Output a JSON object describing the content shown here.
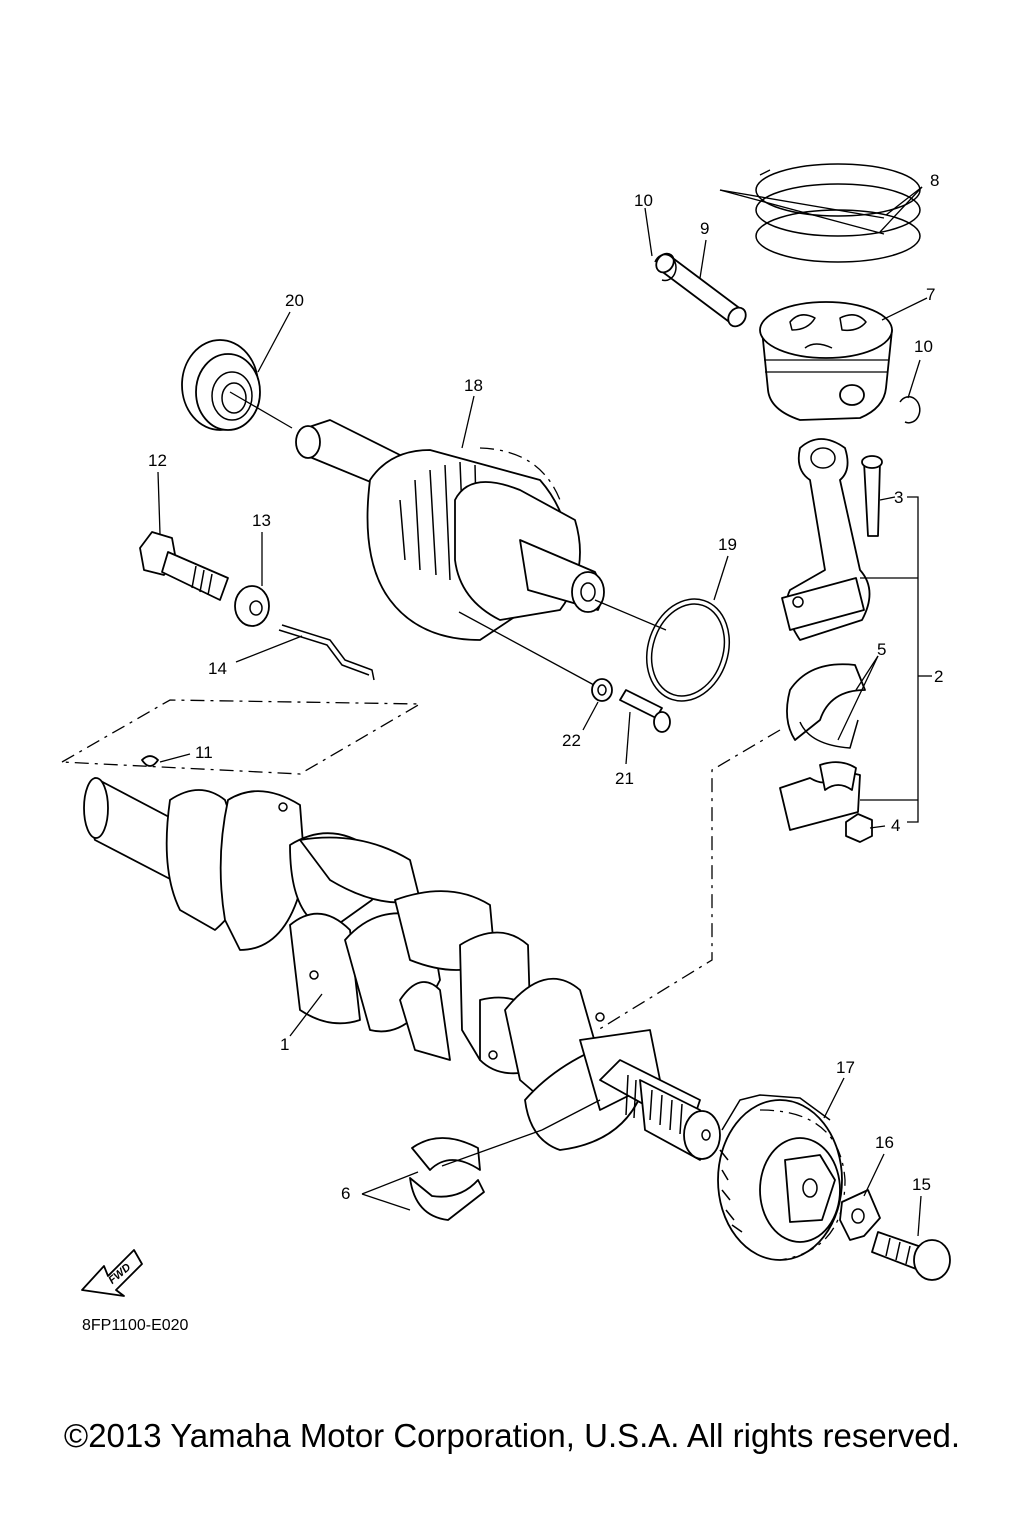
{
  "diagram": {
    "diagram_code": "8FP1100-E020",
    "fwd_arrow_text": "FWD",
    "callouts": [
      {
        "id": "1",
        "text": "1"
      },
      {
        "id": "2",
        "text": "2"
      },
      {
        "id": "3",
        "text": "3"
      },
      {
        "id": "4",
        "text": "4"
      },
      {
        "id": "5",
        "text": "5"
      },
      {
        "id": "6",
        "text": "6"
      },
      {
        "id": "7",
        "text": "7"
      },
      {
        "id": "8",
        "text": "8"
      },
      {
        "id": "9",
        "text": "9"
      },
      {
        "id": "10a",
        "text": "10"
      },
      {
        "id": "10b",
        "text": "10"
      },
      {
        "id": "11",
        "text": "11"
      },
      {
        "id": "12",
        "text": "12"
      },
      {
        "id": "13",
        "text": "13"
      },
      {
        "id": "14",
        "text": "14"
      },
      {
        "id": "15",
        "text": "15"
      },
      {
        "id": "16",
        "text": "16"
      },
      {
        "id": "17",
        "text": "17"
      },
      {
        "id": "18",
        "text": "18"
      },
      {
        "id": "19",
        "text": "19"
      },
      {
        "id": "20",
        "text": "20"
      },
      {
        "id": "21",
        "text": "21"
      },
      {
        "id": "22",
        "text": "22"
      }
    ]
  },
  "footer": {
    "copyright": "©2013 Yamaha Motor Corporation, U.S.A. All rights reserved."
  }
}
